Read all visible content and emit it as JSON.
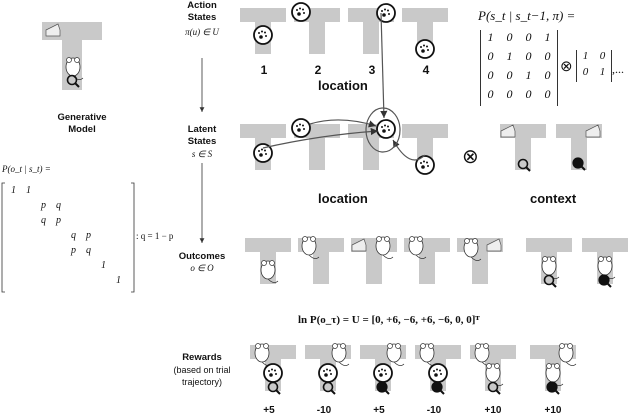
{
  "left": {
    "gen_model": "Generative\nModel",
    "likelihood_label": "P(o_t | s_t) =",
    "q_eq": ": q = 1 − p",
    "matrix": [
      [
        "1",
        "1",
        "",
        "",
        "",
        "",
        "",
        ""
      ],
      [
        "",
        "",
        "p",
        "q",
        "",
        "",
        "",
        ""
      ],
      [
        "",
        "",
        "q",
        "p",
        "",
        "",
        "",
        ""
      ],
      [
        "",
        "",
        "",
        "",
        "q",
        "p",
        "",
        ""
      ],
      [
        "",
        "",
        "",
        "",
        "p",
        "q",
        "",
        ""
      ],
      [
        "",
        "",
        "",
        "",
        "",
        "",
        "1",
        ""
      ],
      [
        "",
        "",
        "",
        "",
        "",
        "",
        "",
        "1"
      ]
    ]
  },
  "middle": {
    "action_states": "Action\nStates",
    "action_math": "π(u) ∈ U",
    "latent_states": "Latent\nStates",
    "latent_math": "s ∈ S",
    "outcomes": "Outcomes",
    "outcomes_math": "o ∈ O",
    "rewards": "Rewards",
    "rewards_sub": "(based on trial\ntrajectory)"
  },
  "top": {
    "numbers": [
      "1",
      "2",
      "3",
      "4"
    ],
    "location": "location",
    "transition_label": "P(s_t | s_t−1, π) =",
    "transition_matrix": [
      [
        "1",
        "0",
        "0",
        "1"
      ],
      [
        "0",
        "1",
        "0",
        "0"
      ],
      [
        "0",
        "0",
        "1",
        "0"
      ],
      [
        "0",
        "0",
        "0",
        "0"
      ]
    ],
    "context_matrix": [
      [
        "1",
        "0"
      ],
      [
        "0",
        "1"
      ]
    ],
    "ellipsis": ",...",
    "otimes": "⊗"
  },
  "latent": {
    "location": "location",
    "context": "context",
    "otimes": "⊗"
  },
  "outcome_eq": "ln P(o_τ) = U = [0, +6, −6, +6, −6, 0, 0]ᵀ",
  "rewards_values": [
    "+5",
    "-10",
    "+5",
    "-10",
    "+10",
    "+10"
  ]
}
